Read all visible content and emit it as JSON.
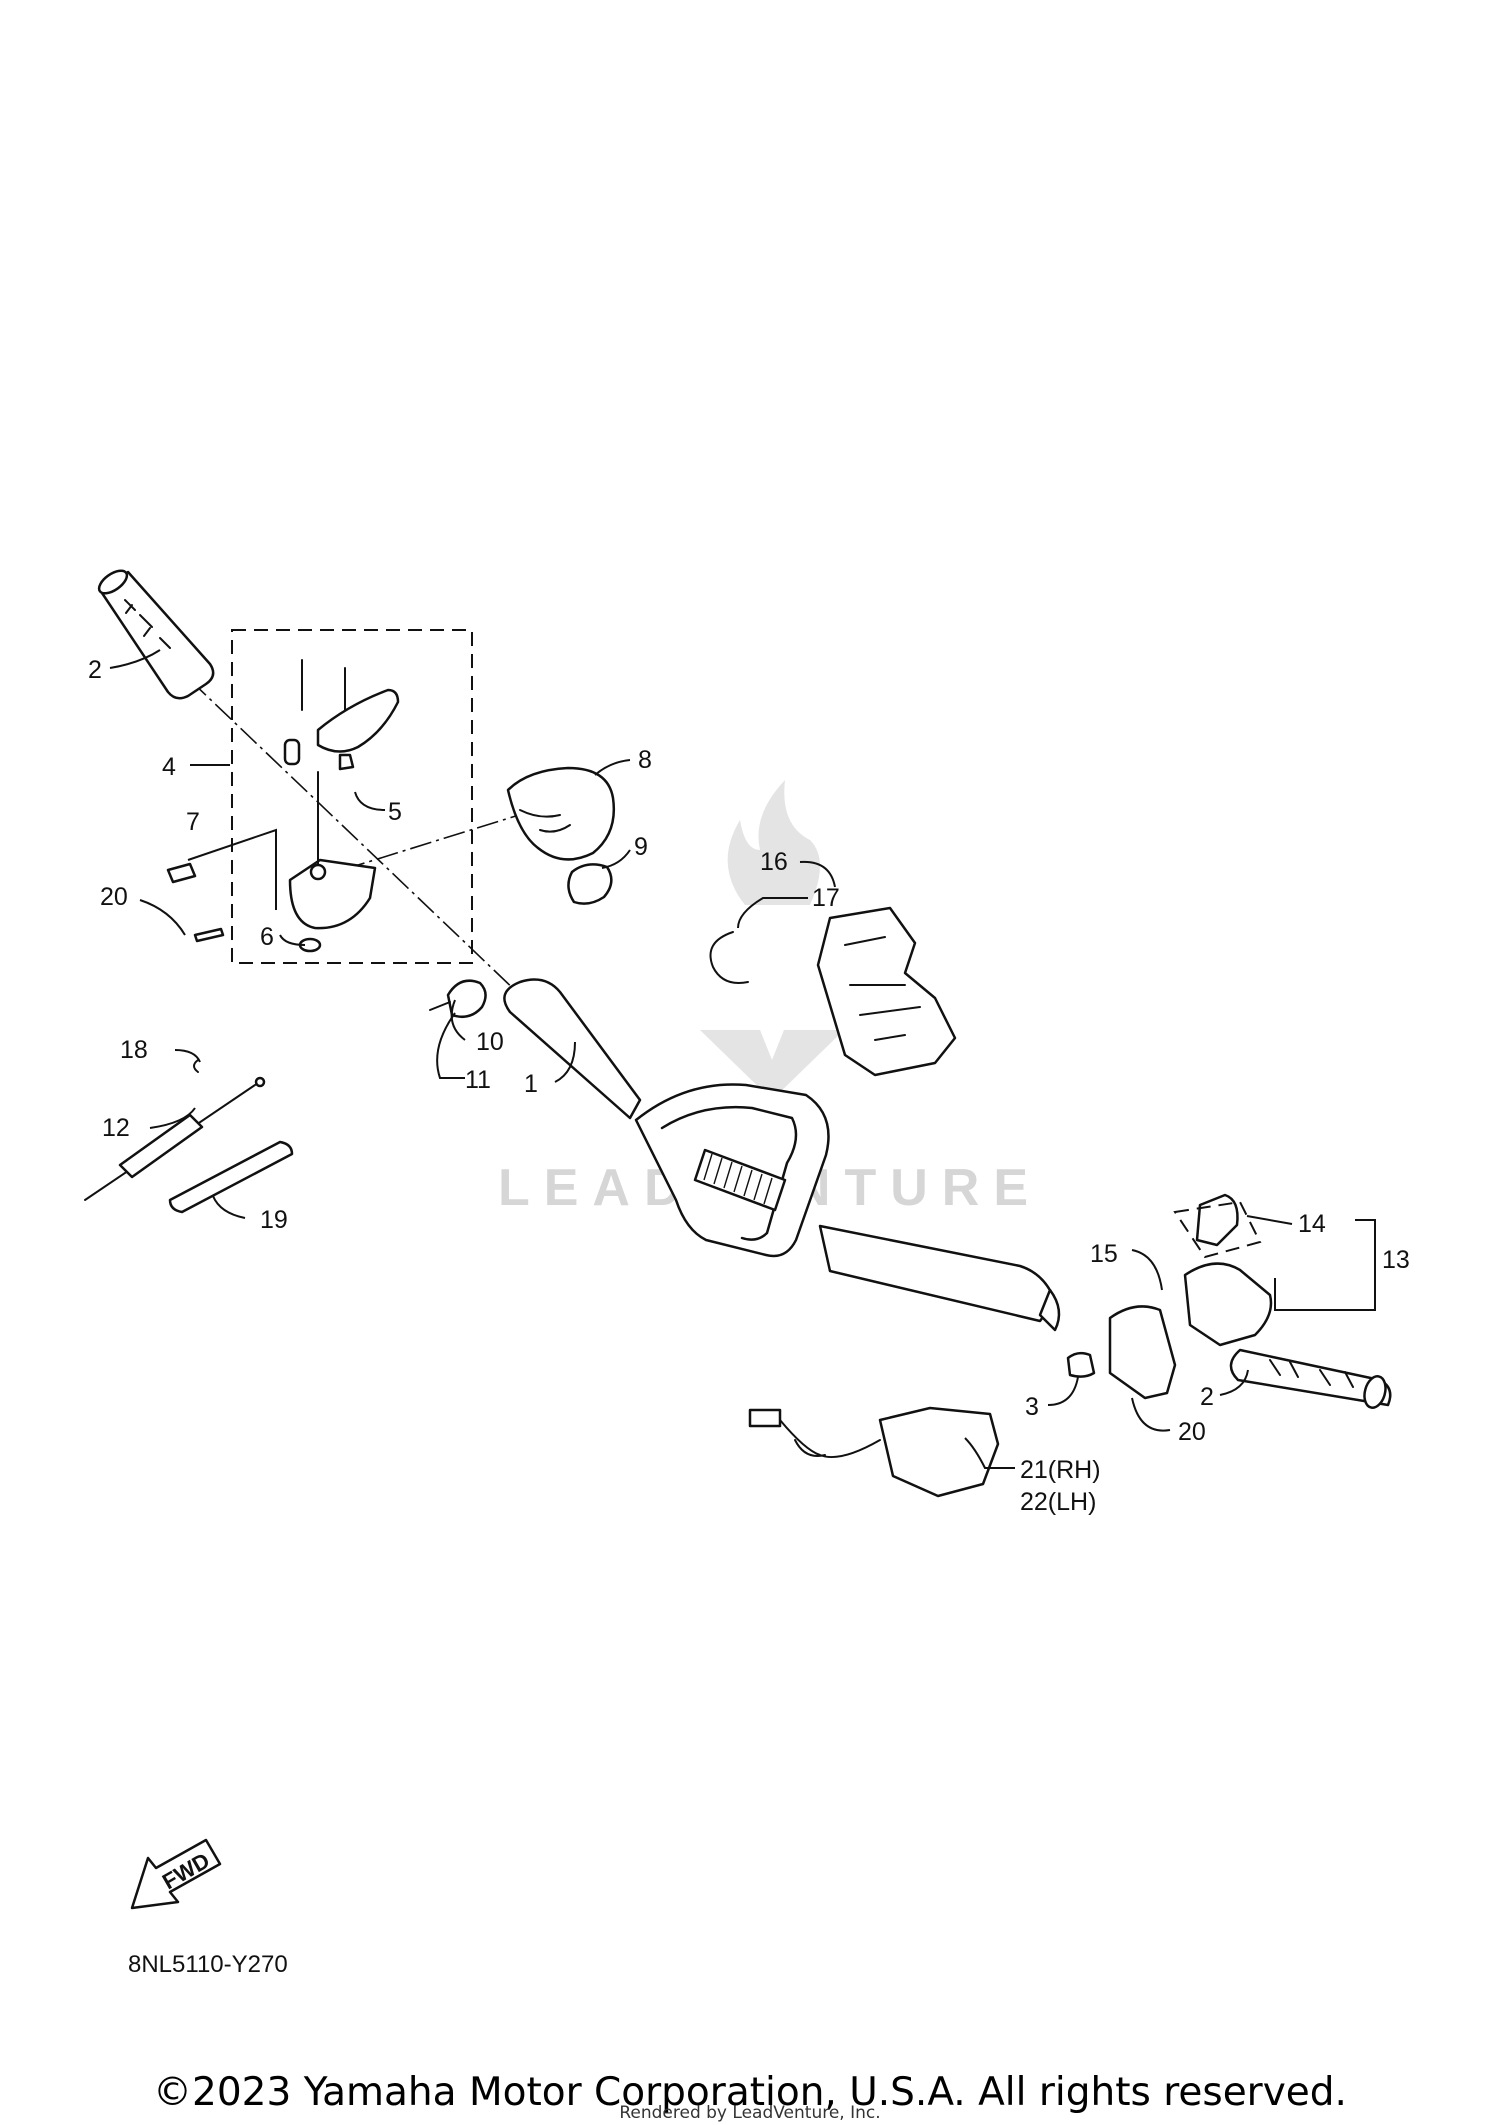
{
  "diagram": {
    "part_code": "8NL5110-Y270",
    "fwd_label": "FWD",
    "watermark_text": "LEADVENTURE",
    "callouts": {
      "c1": "1",
      "c2a": "2",
      "c2b": "2",
      "c3": "3",
      "c4": "4",
      "c5": "5",
      "c6": "6",
      "c7": "7",
      "c8": "8",
      "c9": "9",
      "c10": "10",
      "c11": "11",
      "c12": "12",
      "c13": "13",
      "c14": "14",
      "c15": "15",
      "c16": "16",
      "c17": "17",
      "c18": "18",
      "c19": "19",
      "c20a": "20",
      "c20b": "20",
      "c21": "21(RH)",
      "c22": "22(LH)"
    }
  },
  "footer": {
    "copyright": "©2023 Yamaha Motor Corporation, U.S.A. All rights reserved.",
    "rendered_by": "Rendered by LeadVenture, Inc."
  },
  "colors": {
    "line": "#111111",
    "background": "#ffffff",
    "watermark": "#d6d6d6"
  }
}
